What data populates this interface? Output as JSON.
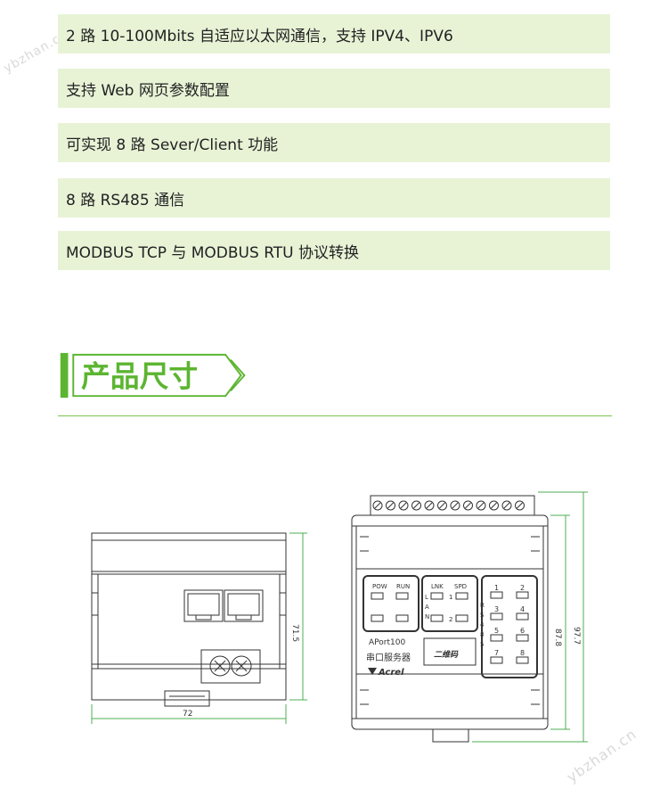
{
  "features": [
    "2 路 10-100Mbits 自适应以太网通信，支持 IPV4、IPV6",
    "支持 Web 网页参数配置",
    "可实现 8 路 Sever/Client 功能",
    "8 路 RS485 通信",
    "MODBUS TCP 与 MODBUS RTU 协议转换"
  ],
  "section_title": "产品尺寸",
  "watermark": "ybzhan.cn",
  "colors": {
    "accent": "#5cb531",
    "feature_bg": "#e8f3d6",
    "dimension_line": "#4caf50"
  },
  "side_view": {
    "width_label": "72",
    "height_label": "71.5"
  },
  "front_view": {
    "height_label_inner": "87.8",
    "height_label_outer": "97.7",
    "power_labels": [
      "POW",
      "RUN"
    ],
    "lan_labels": [
      "LNK",
      "SPD"
    ],
    "lan_vertical": [
      "L",
      "A",
      "N"
    ],
    "lan_port_numbers": [
      "1",
      "2"
    ],
    "rs485_vertical": [
      "R",
      "S",
      "4",
      "8",
      "5"
    ],
    "rs485_numbers": [
      "1",
      "2",
      "3",
      "4",
      "5",
      "6",
      "7",
      "8"
    ],
    "model": "APort100",
    "product_name": "串口服务器",
    "qr_label": "二维码",
    "brand": "Acrel"
  }
}
